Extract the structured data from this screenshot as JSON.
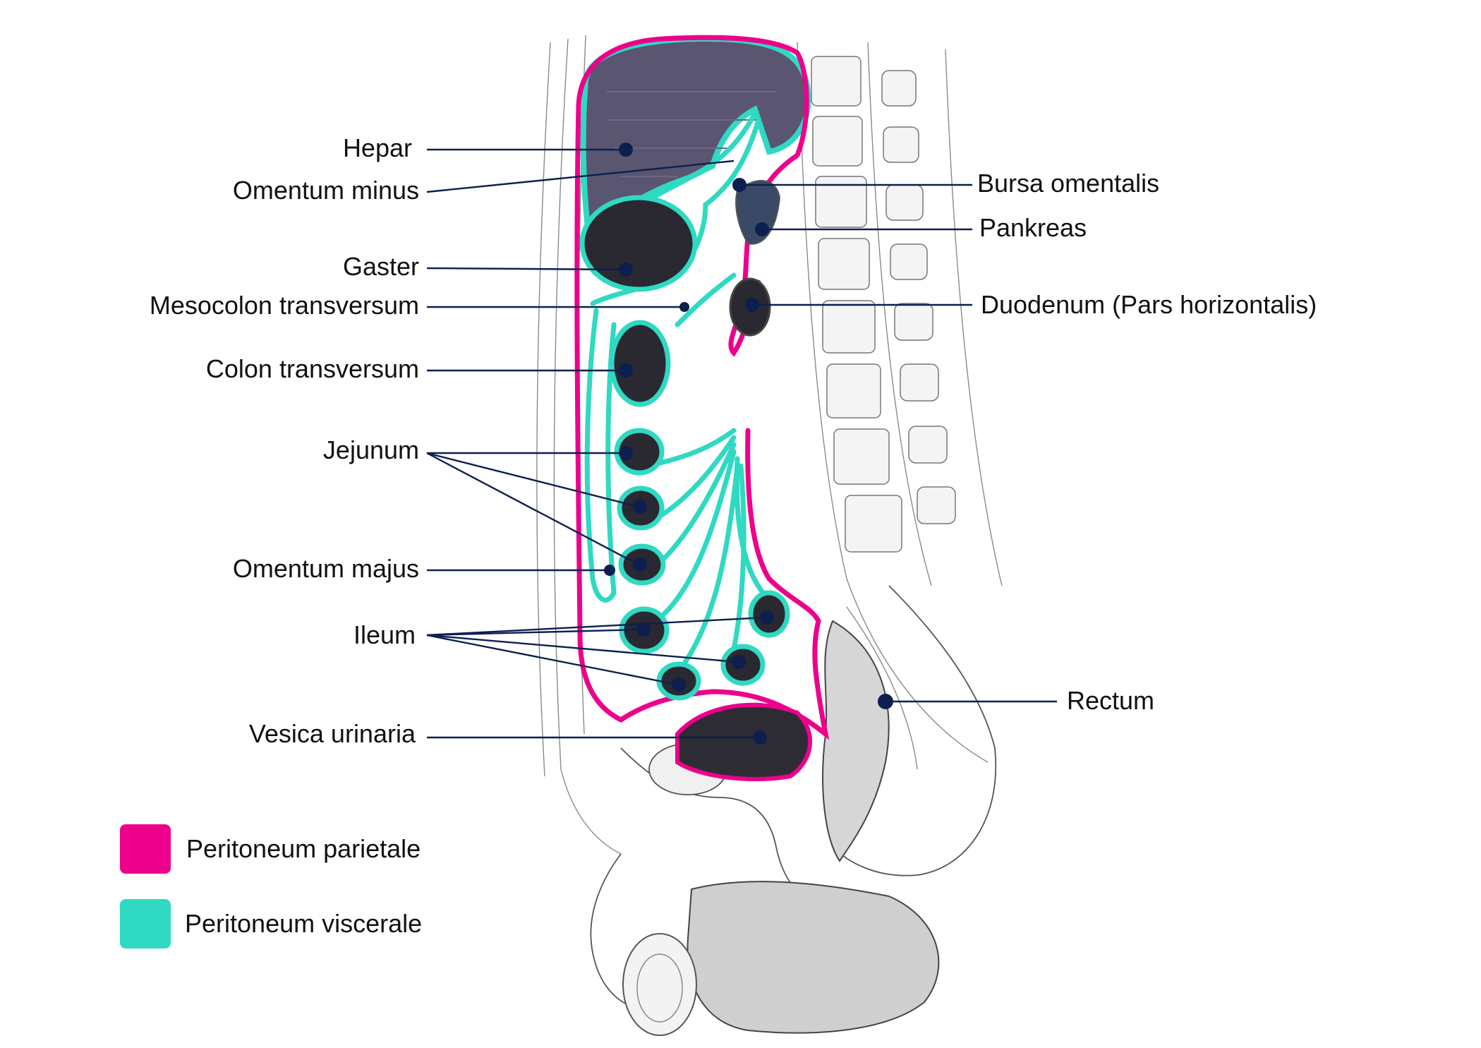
{
  "labels_left": [
    {
      "key": "hepar",
      "text": "Hepar"
    },
    {
      "key": "omentum_minus",
      "text": "Omentum minus"
    },
    {
      "key": "gaster",
      "text": "Gaster"
    },
    {
      "key": "mesocolon",
      "text": "Mesocolon transversum"
    },
    {
      "key": "colon",
      "text": "Colon transversum"
    },
    {
      "key": "jejunum",
      "text": "Jejunum"
    },
    {
      "key": "omentum_majus",
      "text": "Omentum majus"
    },
    {
      "key": "ileum",
      "text": "Ileum"
    },
    {
      "key": "vesica",
      "text": "Vesica urinaria"
    }
  ],
  "labels_right": [
    {
      "key": "bursa",
      "text": "Bursa omentalis"
    },
    {
      "key": "pankreas",
      "text": "Pankreas"
    },
    {
      "key": "duodenum",
      "text": "Duodenum (Pars horizontalis)"
    },
    {
      "key": "rectum",
      "text": "Rectum"
    }
  ],
  "legend": [
    {
      "label": "Peritoneum parietale",
      "color": "#ec008c"
    },
    {
      "label": "Peritoneum viscerale",
      "color": "#2fd9c2"
    }
  ],
  "colors": {
    "parietal": "#ec008c",
    "visceral": "#2fd9c2",
    "leader": "#0c1f4f",
    "liver": "#5a5570",
    "organ_dark": "#2a2830"
  }
}
